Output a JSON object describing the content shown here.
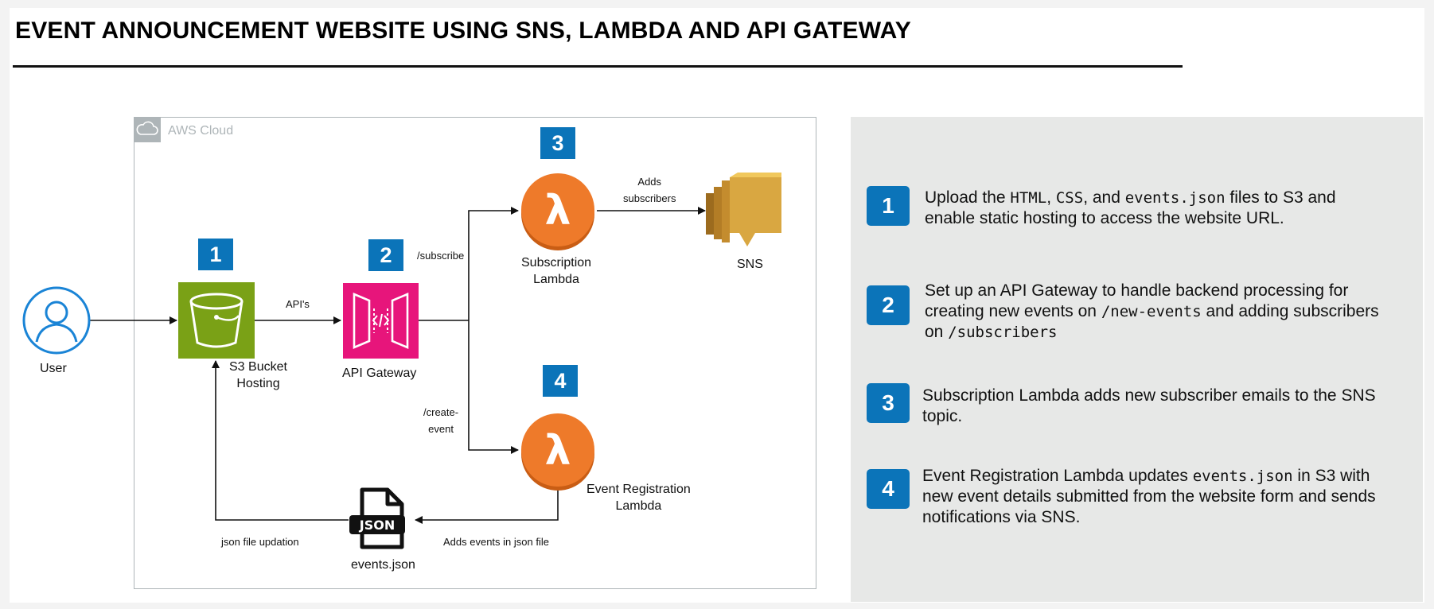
{
  "title": "EVENT ANNOUNCEMENT WEBSITE USING SNS, LAMBDA AND API GATEWAY",
  "cloud": {
    "label": "AWS Cloud"
  },
  "nodes": {
    "user": "User",
    "s3": [
      "S3 Bucket",
      "Hosting"
    ],
    "apigw": "API Gateway",
    "sub_lambda": [
      "Subscription",
      "Lambda"
    ],
    "sns": "SNS",
    "evt_lambda": [
      "Event Registration",
      "Lambda"
    ],
    "json": "events.json",
    "json_icon_text": "JSON"
  },
  "diagram_badges": [
    "1",
    "2",
    "3",
    "4"
  ],
  "edges": {
    "apis": "API's",
    "subscribe": "/subscribe",
    "create_event": [
      "/create-",
      "event"
    ],
    "adds_subscribers": [
      "Adds",
      "subscribers"
    ],
    "adds_events": "Adds events in json file",
    "json_updation": "json file updation"
  },
  "steps": [
    {
      "num": "1",
      "lines": [
        [
          {
            "t": "Upload the "
          },
          {
            "t": "HTML",
            "code": true
          },
          {
            "t": ", "
          },
          {
            "t": "CSS",
            "code": true
          },
          {
            "t": ", and "
          },
          {
            "t": "events.json",
            "code": true
          },
          {
            "t": " files to S3 and"
          }
        ],
        [
          {
            "t": "enable static hosting to access the website URL."
          }
        ]
      ]
    },
    {
      "num": "2",
      "lines": [
        [
          {
            "t": "Set up an API Gateway to handle backend processing for"
          }
        ],
        [
          {
            "t": "creating new events on "
          },
          {
            "t": "/new-events",
            "code": true
          },
          {
            "t": " and adding subscribers"
          }
        ],
        [
          {
            "t": "on "
          },
          {
            "t": "/subscribers",
            "code": true
          }
        ]
      ]
    },
    {
      "num": "3",
      "lines": [
        [
          {
            "t": "Subscription Lambda adds new subscriber emails to the SNS"
          }
        ],
        [
          {
            "t": "topic."
          }
        ]
      ]
    },
    {
      "num": "4",
      "lines": [
        [
          {
            "t": "Event Registration Lambda updates "
          },
          {
            "t": "events.json",
            "code": true
          },
          {
            "t": " in S3 with"
          }
        ],
        [
          {
            "t": "new event details submitted from the website form and sends"
          }
        ],
        [
          {
            "t": "notifications via SNS."
          }
        ]
      ]
    }
  ],
  "colors": {
    "accent_blue": "#0b74b9",
    "s3_green": "#7aa116",
    "apigw_pink": "#e7157b",
    "lambda_orange": "#ed7100",
    "sns_gold": "#d9a741",
    "user_blue": "#1a84d6"
  },
  "icons": {
    "user": "user-icon",
    "s3": "bucket-icon",
    "apigw": "api-gateway-icon",
    "lambda": "lambda-icon",
    "sns": "sns-icon",
    "json": "json-file-icon",
    "cloud": "cloud-icon"
  }
}
